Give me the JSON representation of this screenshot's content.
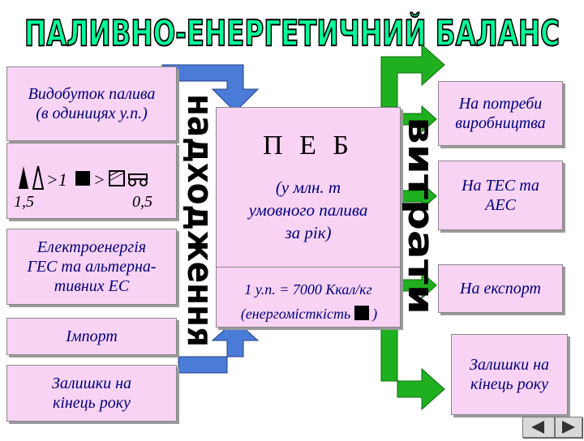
{
  "title": "ПАЛИВНО-ЕНЕРГЕТИЧНИЙ БАЛАНС",
  "left_boxes": {
    "production": {
      "line1": "Видобуток палива",
      "line2": "(в одиницях у.п.)"
    },
    "ratio": {
      "gt1": ">1",
      "gt2": ">",
      "val1": "1,5",
      "val2": "0,5"
    },
    "electricity": {
      "line1": "Електроенергія",
      "line2": "ГЕС та альтерна-",
      "line3": "тивних ЕС"
    },
    "import": {
      "label": "Імпорт"
    },
    "stock_start": {
      "line1": "Залишки на",
      "line2": "кінець року"
    }
  },
  "center": {
    "title": "П Е Б",
    "line1": "(у млн. т",
    "line2": "умовного палива",
    "line3": "за рік)",
    "formula": "1 у.п. = 7000 Ккал/кг",
    "caption": "(енергомісткість",
    "caption_end": ")"
  },
  "vertical_labels": {
    "income": "надходження",
    "expense": "витрати"
  },
  "right_boxes": [
    {
      "line1": "На потреби",
      "line2": "виробництва"
    },
    {
      "line1": "На ТЕС та",
      "line2": "АЕС"
    },
    {
      "line1": "На експорт",
      "line2": ""
    },
    {
      "line1": "Залишки на",
      "line2": "кінець року"
    }
  ],
  "colors": {
    "title_fill": "#00ff99",
    "box_fill": "#f9d3f4",
    "text": "#00007a",
    "arrow_blue": "#4a7bd6",
    "arrow_green": "#1fb01f"
  },
  "nav": {
    "prev": "back-icon",
    "next": "forward-icon"
  }
}
